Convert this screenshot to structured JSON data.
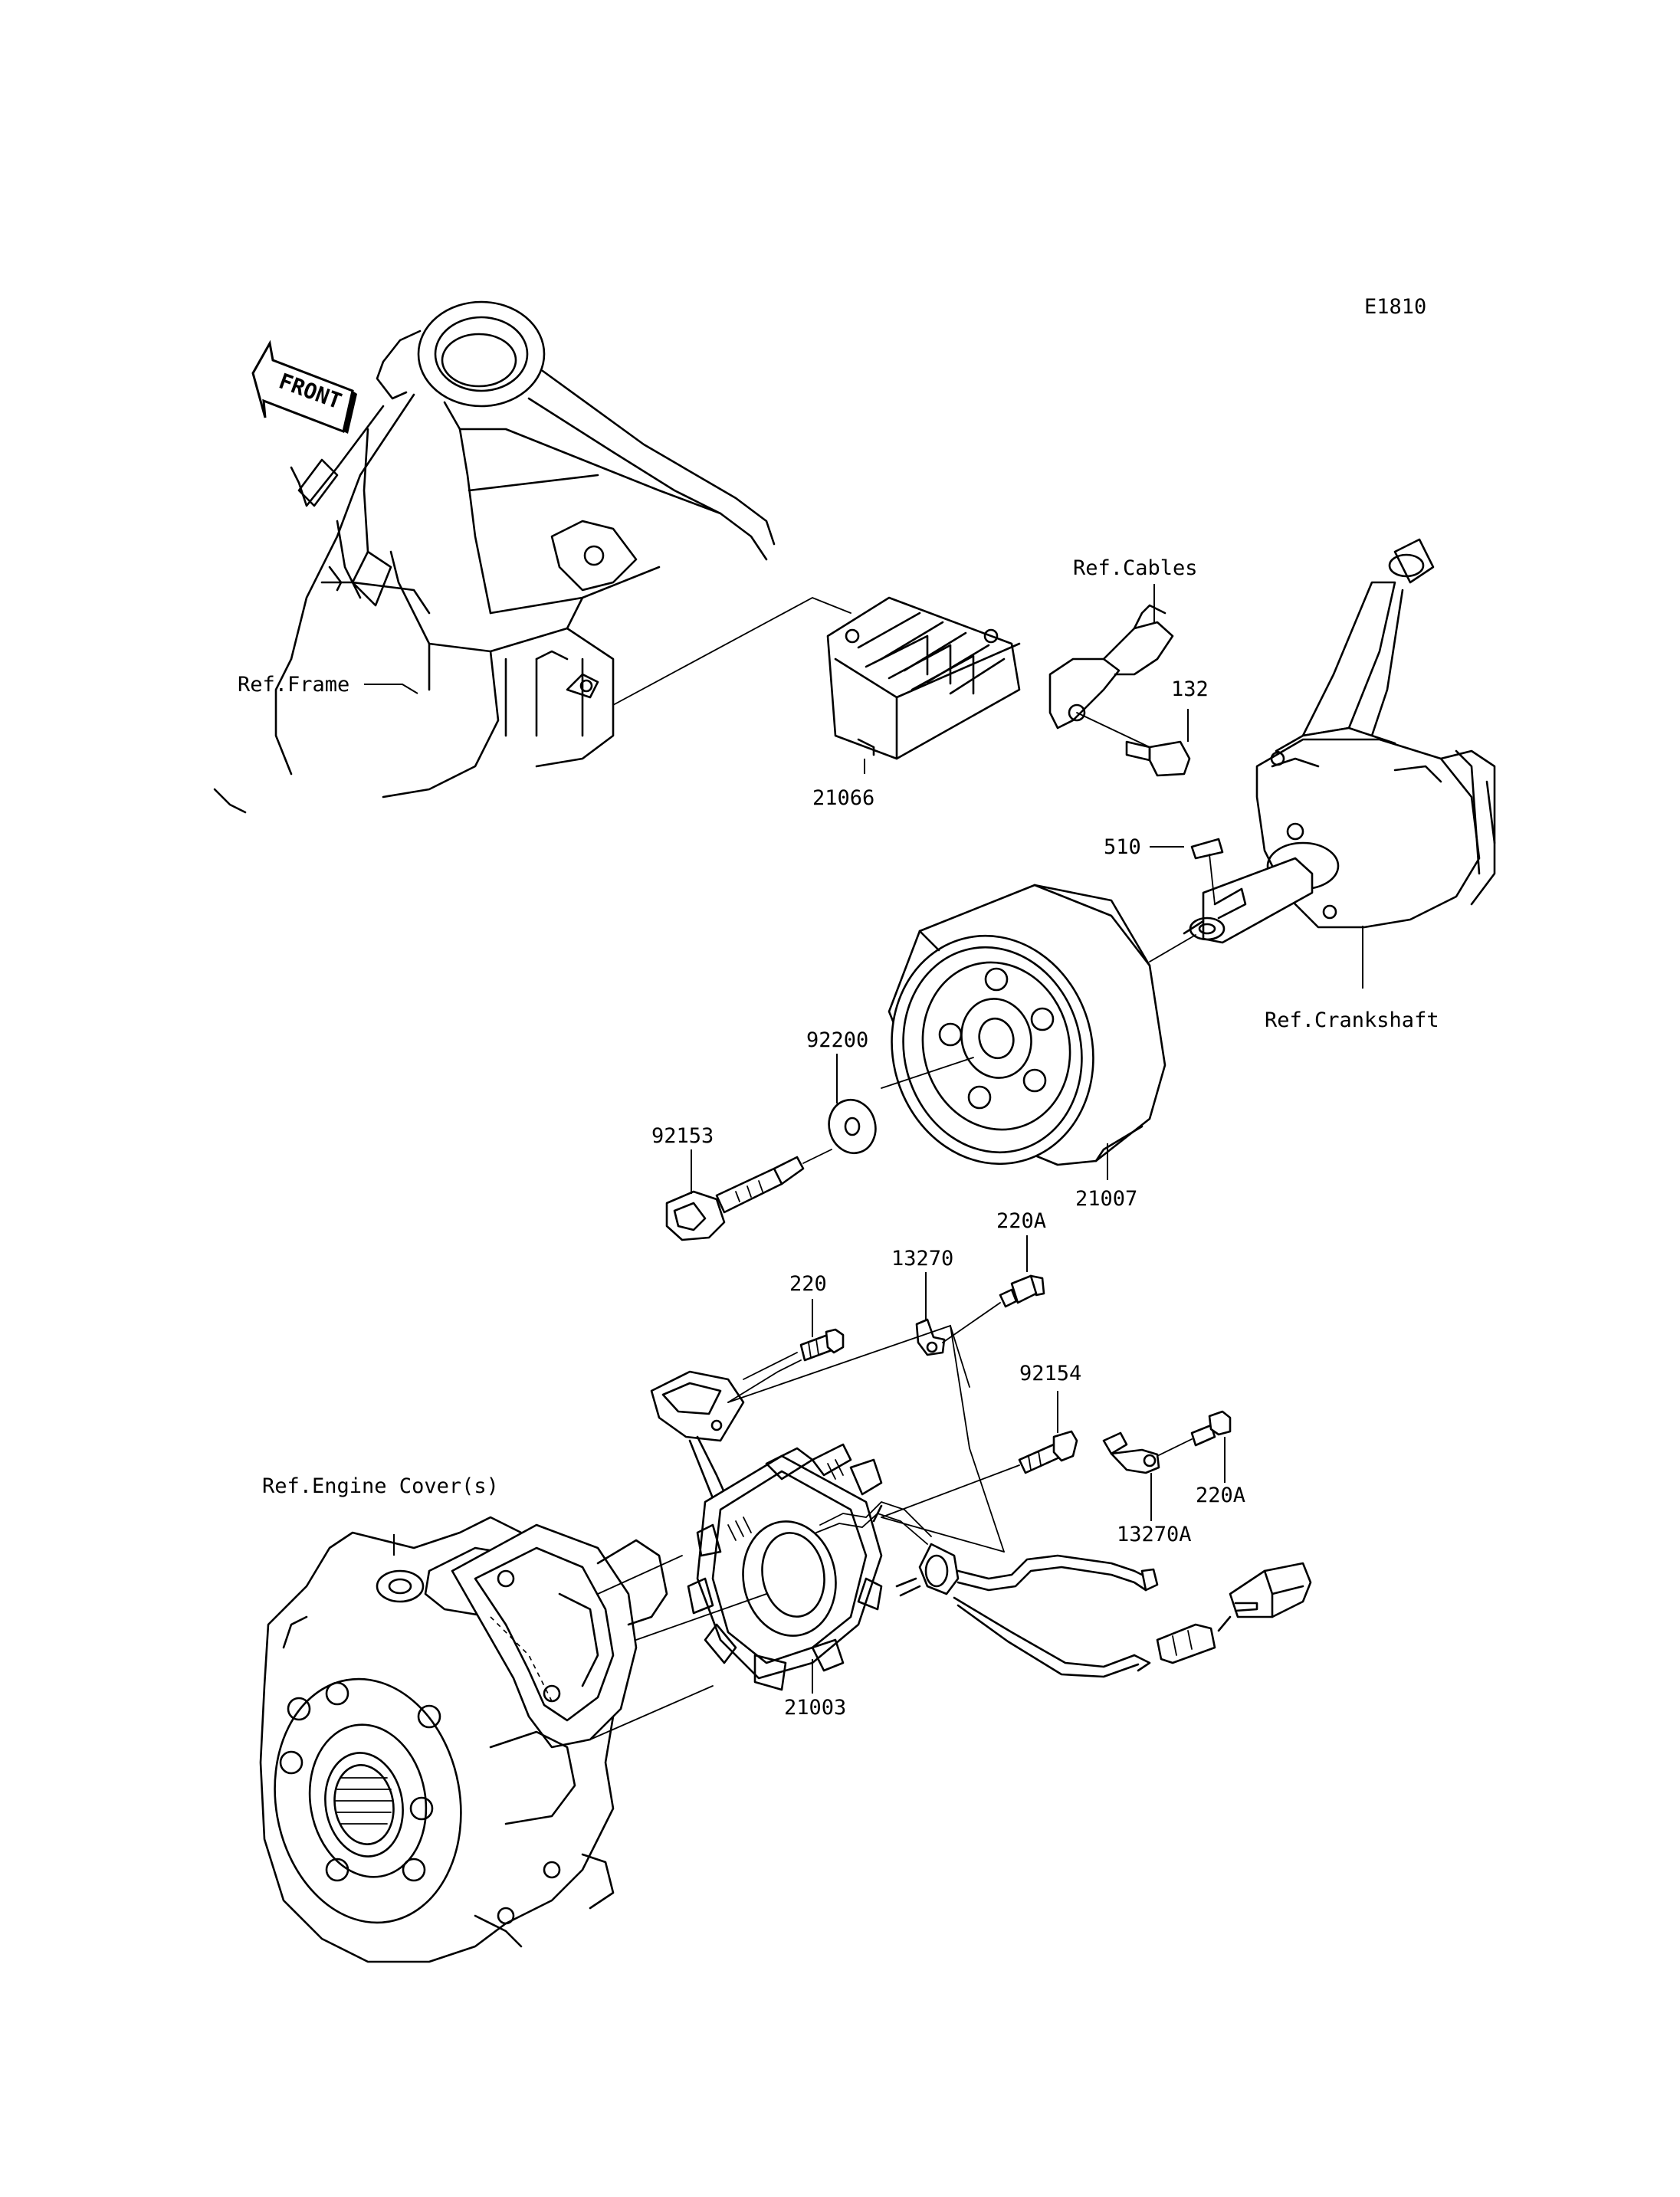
{
  "diagram_code": "E1810",
  "front_arrow": "FRONT",
  "labels": {
    "ref_frame": "Ref.Frame",
    "ref_cables": "Ref.Cables",
    "ref_crankshaft": "Ref.Crankshaft",
    "ref_engine_cover": "Ref.Engine Cover(s)",
    "p21066": "21066",
    "p132": "132",
    "p510": "510",
    "p92200": "92200",
    "p92153": "92153",
    "p21007": "21007",
    "p220A_top": "220A",
    "p13270": "13270",
    "p220": "220",
    "p92154": "92154",
    "p220A_right": "220A",
    "p13270A": "13270A",
    "p21003": "21003"
  }
}
